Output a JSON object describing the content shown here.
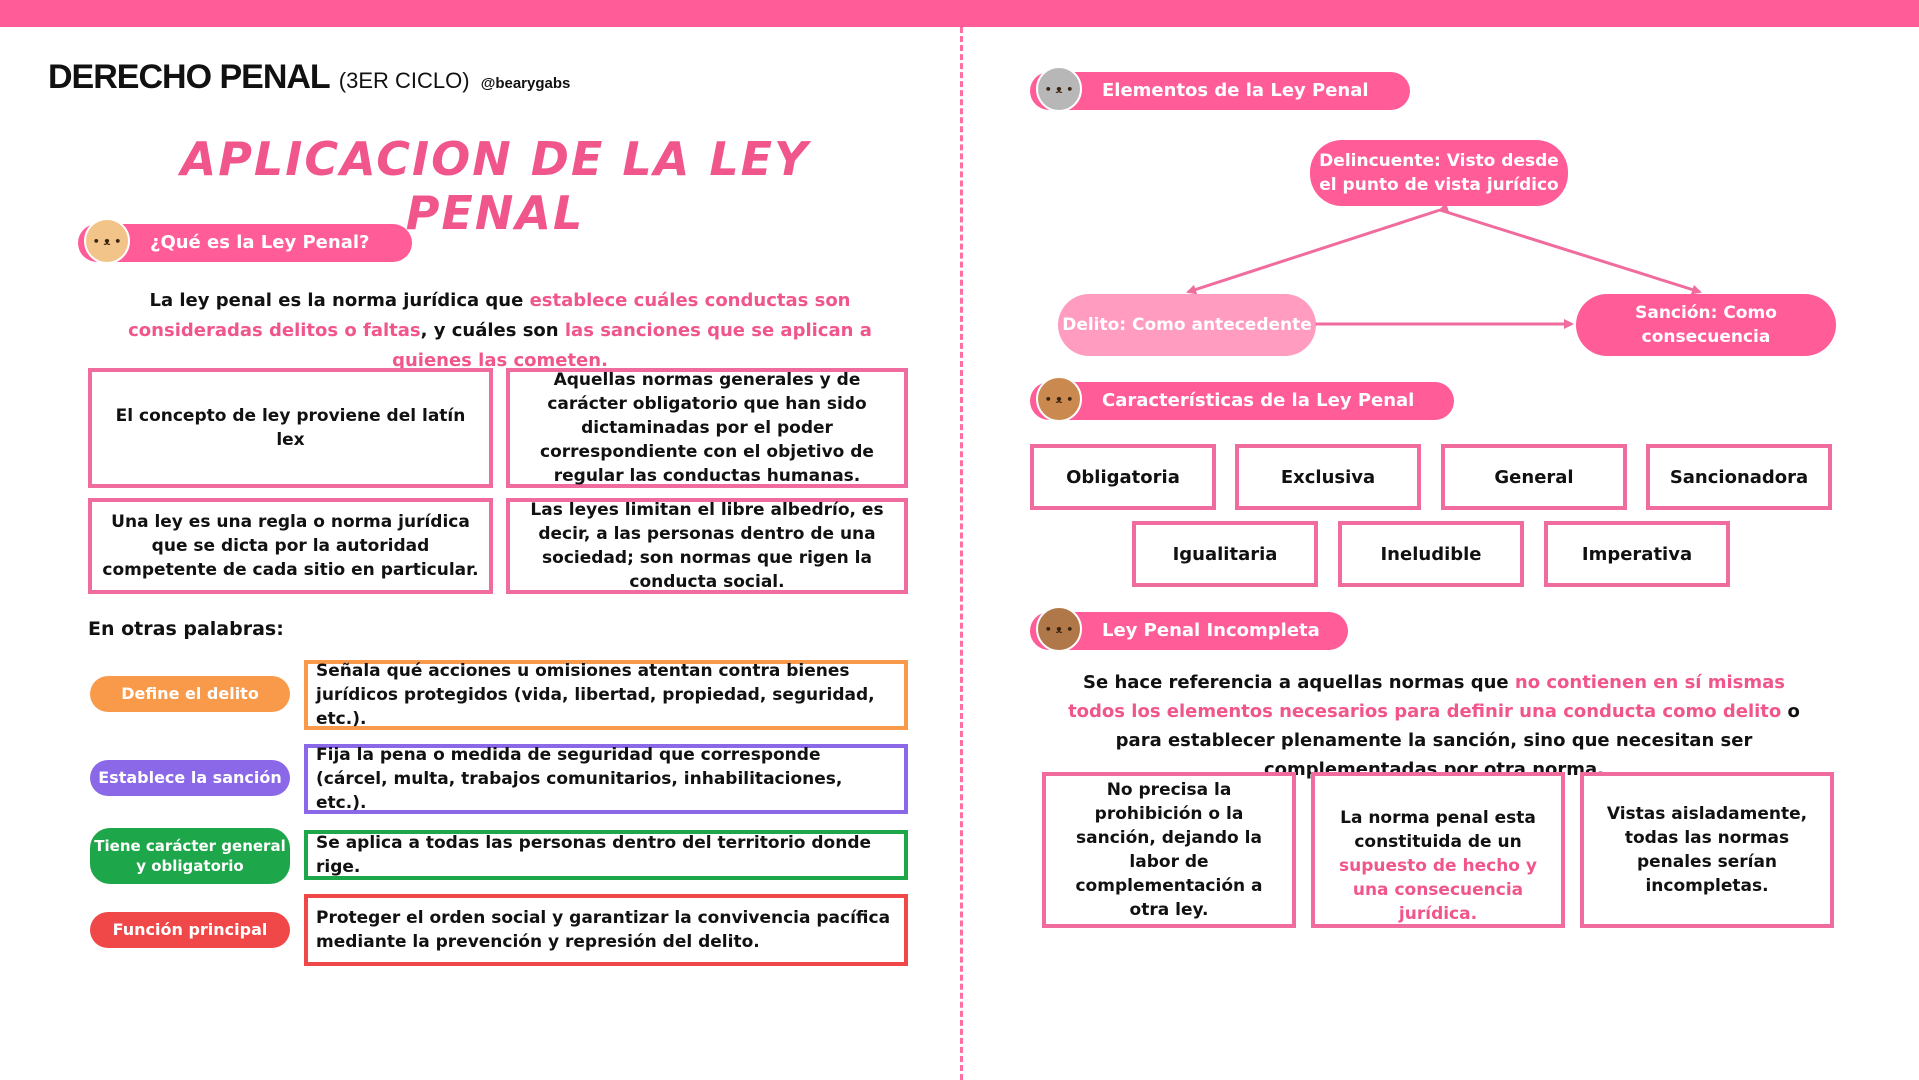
{
  "header": {
    "title": "DERECHO PENAL",
    "cycle": "(3ER CICLO)",
    "handle": "@bearygabs"
  },
  "main_title": "APLICACION DE LA LEY PENAL",
  "left": {
    "section_title": "¿Qué es la Ley Penal?",
    "intro": {
      "p1": "La ley penal es la norma jurídica que ",
      "p1_pink": "establece cuáles conductas son consideradas delitos o faltas",
      "p2": ", y cuáles son ",
      "p2_pink": "las sanciones que se aplican a quienes las cometen."
    },
    "boxes": [
      "El concepto de ley proviene del latín lex",
      "Aquellas normas generales y de carácter obligatorio que han sido dictaminadas por el poder correspondiente con el objetivo de regular las conductas humanas.",
      "Una ley es una regla o norma jurídica que se dicta por la autoridad competente de cada sitio en particular.",
      "Las leyes limitan el libre albedrío, es decir, a las personas dentro de una sociedad; son normas que rigen la conducta social."
    ],
    "otras_label": "En otras palabras:",
    "rows": [
      {
        "tag": "Define el delito",
        "text": "Señala qué acciones u omisiones atentan contra bienes jurídicos protegidos (vida, libertad, propiedad, seguridad, etc.).",
        "color": "#f99a4b"
      },
      {
        "tag": "Establece la sanción",
        "text": "Fija la pena o medida de seguridad que corresponde (cárcel, multa, trabajos comunitarios, inhabilitaciones, etc.).",
        "color": "#8b68e8"
      },
      {
        "tag": "Tiene carácter general y obligatorio",
        "text": "Se aplica a todas las personas dentro del territorio donde rige.",
        "color": "#1ea64a"
      },
      {
        "tag": "Función principal",
        "text": "Proteger el orden social y garantizar la convivencia pacífica mediante la prevención y represión del delito.",
        "color": "#f04848"
      }
    ]
  },
  "right": {
    "elements_title": "Elementos de la Ley Penal",
    "nodes": {
      "top": "Delincuente: Visto desde el punto de vista jurídico",
      "left": "Delito: Como antecedente",
      "right": "Sanción: Como consecuencia"
    },
    "characteristics_title": "Características de la Ley Penal",
    "characteristics": [
      "Obligatoria",
      "Exclusiva",
      "General",
      "Sancionadora",
      "Igualitaria",
      "Ineludible",
      "Imperativa"
    ],
    "incomplete_title": "Ley Penal Incompleta",
    "incomplete_intro": {
      "p1": "Se hace referencia a aquellas normas que ",
      "p1_pink": "no contienen en sí mismas todos los elementos necesarios para definir una conducta como delito",
      "p2": " o para establecer plenamente la sanción, sino que necesitan ser complementadas por otra norma."
    },
    "incomplete_boxes": {
      "b1": "No precisa la prohibición o la sanción, dejando la labor de complementación a otra ley.",
      "b2_pre": "La norma penal esta constituida de un ",
      "b2_pink": "supuesto de hecho y una consecuencia jurídica.",
      "b3": "Vistas aisladamente, todas las normas penales serían incompletas."
    }
  },
  "colors": {
    "accent": "#ff5c98",
    "box_border": "#f06c9e",
    "node_light": "#ff9cc0"
  },
  "icons": [
    "cat-mascot-icon",
    "cat-mascot-icon",
    "bear-mascot-icon",
    "bear-mascot-icon"
  ]
}
